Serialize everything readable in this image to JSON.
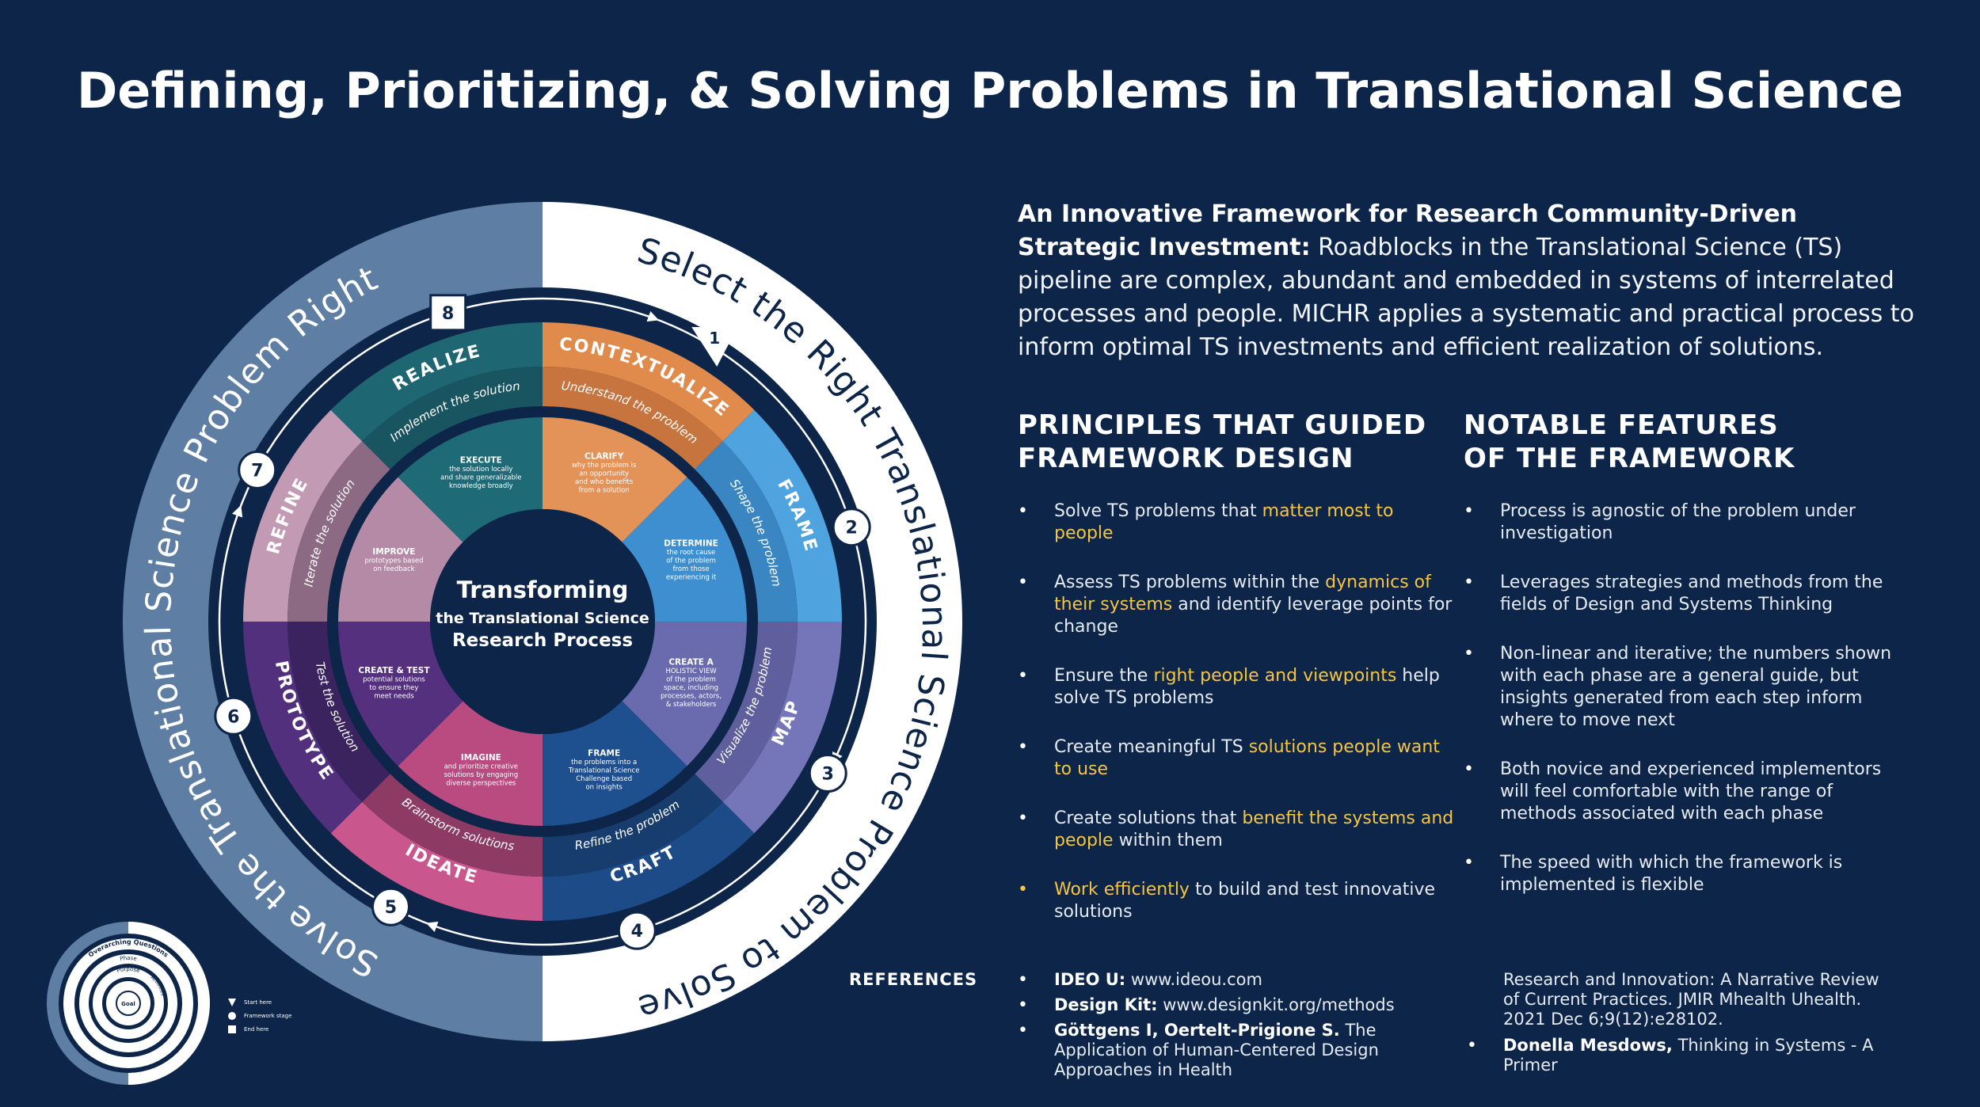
{
  "title": "Defining, Prioritizing, & Solving Problems in Translational Science",
  "intro": {
    "lead": "An Innovative Framework for Research Community-Driven Strategic Investment:",
    "body": " Roadblocks in the Translational Science (TS) pipeline are complex, abundant and embedded in systems of interrelated processes and people. MICHR applies a systematic and practical process to inform optimal TS investments and efficient realization of solutions."
  },
  "wheel": {
    "outer_left": "Solve the Translational Science Problem Right",
    "outer_right": "Select the Right Translational Science Problem to Solve",
    "center": {
      "line1": "Transforming",
      "line2": "the Translational Science",
      "line3": "Research Process"
    },
    "phases": [
      {
        "number": "1",
        "name": "CONTEXTUALIZE",
        "verb": "Understand the problem",
        "inner_title": "CLARIFY",
        "inner_lines": [
          "why the problem is",
          "an opportunity",
          "and who benefits",
          "from a solution"
        ],
        "color": "#e08a4b",
        "mid": "#c8743e",
        "inner": "#e39258"
      },
      {
        "number": "2",
        "name": "FRAME",
        "verb": "Shape the problem",
        "inner_title": "DETERMINE",
        "inner_lines": [
          "the root cause",
          "of the problem",
          "from those",
          "experiencing it"
        ],
        "color": "#4fa3df",
        "mid": "#3a86c2",
        "inner": "#3d8fd0"
      },
      {
        "number": "3",
        "name": "MAP",
        "verb": "Visualize the problem",
        "inner_title": "CREATE A",
        "inner_lines": [
          "HOLISTIC VIEW",
          "of the problem",
          "space, including",
          "processes, actors,",
          "& stakeholders"
        ],
        "color": "#7476b9",
        "mid": "#5e5f9c",
        "inner": "#6a6bae"
      },
      {
        "number": "4",
        "name": "CRAFT",
        "verb": "Refine the problem",
        "inner_title": "FRAME",
        "inner_lines": [
          "the problems into a",
          "Translational Science",
          "Challenge based",
          "on insights"
        ],
        "color": "#1d4b87",
        "mid": "#173c6e",
        "inner": "#1e4f8e"
      },
      {
        "number": "5",
        "name": "IDEATE",
        "verb": "Brainstorm solutions",
        "inner_title": "IMAGINE",
        "inner_lines": [
          "and prioritize creative",
          "solutions by engaging",
          "diverse perspectives"
        ],
        "color": "#c9568c",
        "mid": "#8d3a65",
        "inner": "#b94b80"
      },
      {
        "number": "6",
        "name": "PROTOTYPE",
        "verb": "Test the solution",
        "inner_title": "CREATE & TEST",
        "inner_lines": [
          "potential solutions",
          "to ensure they",
          "meet needs"
        ],
        "color": "#52307d",
        "mid": "#3b2360",
        "inner": "#54307f"
      },
      {
        "number": "7",
        "name": "REFINE",
        "verb": "Iterate the solution",
        "inner_title": "IMPROVE",
        "inner_lines": [
          "prototypes based",
          "on feedback"
        ],
        "color": "#c39ab4",
        "mid": "#8c6a83",
        "inner": "#b58aa6"
      },
      {
        "number": "8",
        "name": "REALIZE",
        "verb": "Implement the solution",
        "inner_title": "EXECUTE",
        "inner_lines": [
          "the solution locally",
          "and share generalizable",
          "knowledge broadly"
        ],
        "color": "#1f6673",
        "mid": "#185560",
        "inner": "#1f6a77"
      }
    ]
  },
  "principles": {
    "heading_line1": "PRINCIPLES THAT GUIDED",
    "heading_line2": "FRAMEWORK DESIGN",
    "items": [
      {
        "a": "Solve TS problems that ",
        "h": "matter most to people",
        "b": ""
      },
      {
        "a": "Assess TS problems within the ",
        "h": "dynamics of their systems",
        "b": " and identify leverage points for change"
      },
      {
        "a": "Ensure the ",
        "h": "right people and viewpoints",
        "b": " help solve TS problems"
      },
      {
        "a": "Create meaningful TS ",
        "h": "solutions people want to use",
        "b": ""
      },
      {
        "a": "Create solutions that ",
        "h": "benefit the systems and people",
        "b": " within them"
      },
      {
        "a": "",
        "h": "Work efficiently",
        "b": " to build and test innovative solutions"
      }
    ]
  },
  "features": {
    "heading_line1": "NOTABLE FEATURES",
    "heading_line2": "OF THE FRAMEWORK",
    "items": [
      "Process is agnostic of the problem under investigation",
      "Leverages strategies and methods from the fields of Design and Systems Thinking",
      "Non-linear and iterative; the numbers shown with each phase are a general guide, but insights generated from each step inform where to move next",
      "Both novice and experienced implementors will feel comfortable with the range of methods associated with each phase",
      "The speed with which the framework is implemented is flexible"
    ]
  },
  "references": {
    "heading": "REFERENCES",
    "left": [
      {
        "bold": "IDEO U:",
        "rest": " www.ideou.com"
      },
      {
        "bold": "Design Kit:",
        "rest": " www.designkit.org/methods"
      },
      {
        "bold": "Göttgens I, Oertelt-Prigione S.",
        "rest": " The Application of Human-Centered Design Approaches in Health"
      }
    ],
    "right_continued": "Research and Innovation: A Narrative Review of Current Practices. JMIR Mhealth Uhealth. 2021 Dec 6;9(12):e28102.",
    "right": [
      {
        "bold": "Donella Mesdows,",
        "rest": " Thinking in Systems - A Primer"
      }
    ]
  },
  "legend": {
    "ring_outer": "Overarching Questions",
    "ring_phase": "Phase",
    "ring_purpose": "Purpose",
    "ring_activities": "Activities",
    "core": "Goal",
    "keys": [
      "Start here",
      "Framework stage",
      "End here"
    ]
  },
  "colors": {
    "background": "#0d2549",
    "highlight": "#f5c542",
    "left_half": "#5e7ea3",
    "right_half": "#ffffff"
  }
}
